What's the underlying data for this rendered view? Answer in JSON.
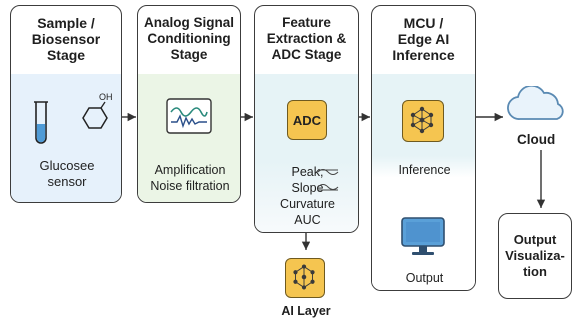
{
  "stages": [
    {
      "title": "Sample /\nBiosensor\nStage",
      "body_text": "Glucosee\nsensor",
      "molecule_label": "OH"
    },
    {
      "title": "Analog Signal\nConditioning\nStage",
      "body_text": "Amplification\nNoise filtration"
    },
    {
      "title": "Feature\nExtraction &\nADC Stage",
      "chip_label": "ADC",
      "features": "Peak,\nSlope\nCurvature\nAUC"
    },
    {
      "title": "MCU /\nEdge AI\nInference",
      "inference_label": "Inference",
      "output_label": "Output"
    }
  ],
  "cloud": {
    "label": "Cloud"
  },
  "output_box": {
    "label": "Output\nVisualiza-\ntion"
  },
  "ai_layer": {
    "label": "AI Layer"
  },
  "colors": {
    "chip": "#f5c550",
    "blue_panel": "#e6f1fb",
    "green_panel": "#ebf5e6",
    "cloud": "#5aa0d8"
  },
  "icons": [
    "test-tube-icon",
    "hexagon-molecule-icon",
    "waveform-icon",
    "adc-chip-icon",
    "neural-chip-icon",
    "monitor-icon",
    "cloud-icon"
  ]
}
